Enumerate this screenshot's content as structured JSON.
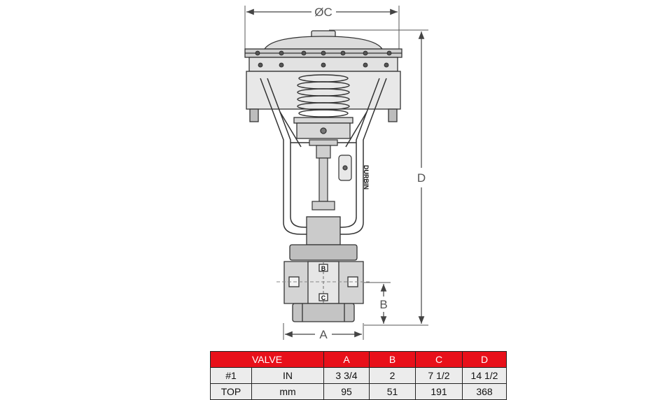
{
  "diagram": {
    "dimension_labels": {
      "c": "ØC",
      "d": "D",
      "b": "B",
      "a": "A"
    },
    "body_markings": {
      "yoke_text": "DURBIN",
      "port_upper": "B",
      "port_lower": "C"
    },
    "colors": {
      "line": "#333333",
      "body_fill": "#d4d4d4",
      "header_red": "#e8101a"
    }
  },
  "table": {
    "headers": [
      "VALVE",
      "A",
      "B",
      "C",
      "D"
    ],
    "rows": [
      [
        "#1",
        "IN",
        "3 3/4",
        "2",
        "7 1/2",
        "14 1/2"
      ],
      [
        "TOP",
        "mm",
        "95",
        "51",
        "191",
        "368"
      ]
    ]
  }
}
